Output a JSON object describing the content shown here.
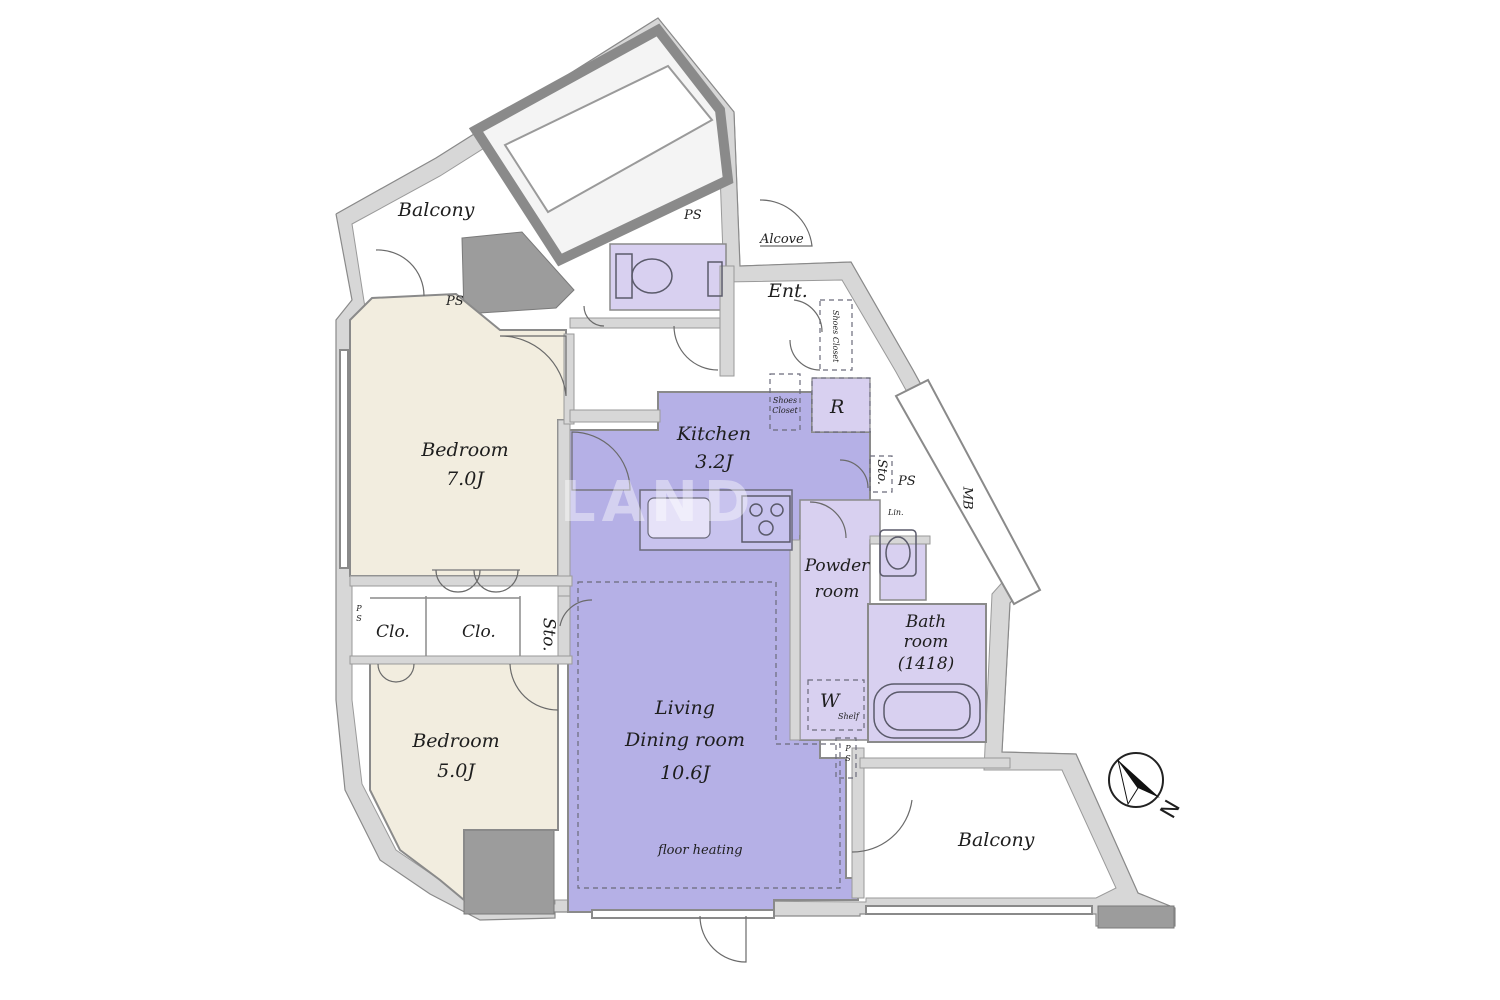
{
  "rooms": {
    "balcony_top": "Balcony",
    "ps_top": "PS",
    "alcove": "Alcove",
    "entrance": "Ent.",
    "ps_left": "PS",
    "shoes_closet_upper": "Shoes Closet",
    "shoes_closet_lower": "Shoes Closet",
    "refrigerator": "R",
    "kitchen_name": "Kitchen",
    "kitchen_size": "3.2J",
    "sto_kitchen": "Sto.",
    "ps_kitchen": "PS",
    "lin": "Lin.",
    "mb": "MB",
    "bedroom1_name": "Bedroom",
    "bedroom1_size": "7.0J",
    "powder_room_1": "Powder",
    "powder_room_2": "room",
    "bath_room_1": "Bath",
    "bath_room_2": "room",
    "bath_room_3": "(1418)",
    "ps_bedroom": "P S",
    "clo_1": "Clo.",
    "clo_2": "Clo.",
    "sto_bedroom": "Sto.",
    "washer": "W",
    "shelf": "Shelf",
    "living_1": "Living",
    "living_2": "Dining room",
    "living_size": "10.6J",
    "ps_bath": "P S",
    "bedroom2_name": "Bedroom",
    "bedroom2_size": "5.0J",
    "floor_heating": "floor heating",
    "balcony_bottom": "Balcony"
  },
  "compass": {
    "direction": "N"
  },
  "watermark": "LAND",
  "colors": {
    "wall": "#c9c9c9",
    "wall_stroke": "#8a8a8a",
    "bedroom_fill": "#f2eddf",
    "living_fill": "#b5b0e6",
    "wet_fill": "#d8d0f0",
    "column_fill": "#9c9c9c",
    "background": "#ffffff"
  }
}
